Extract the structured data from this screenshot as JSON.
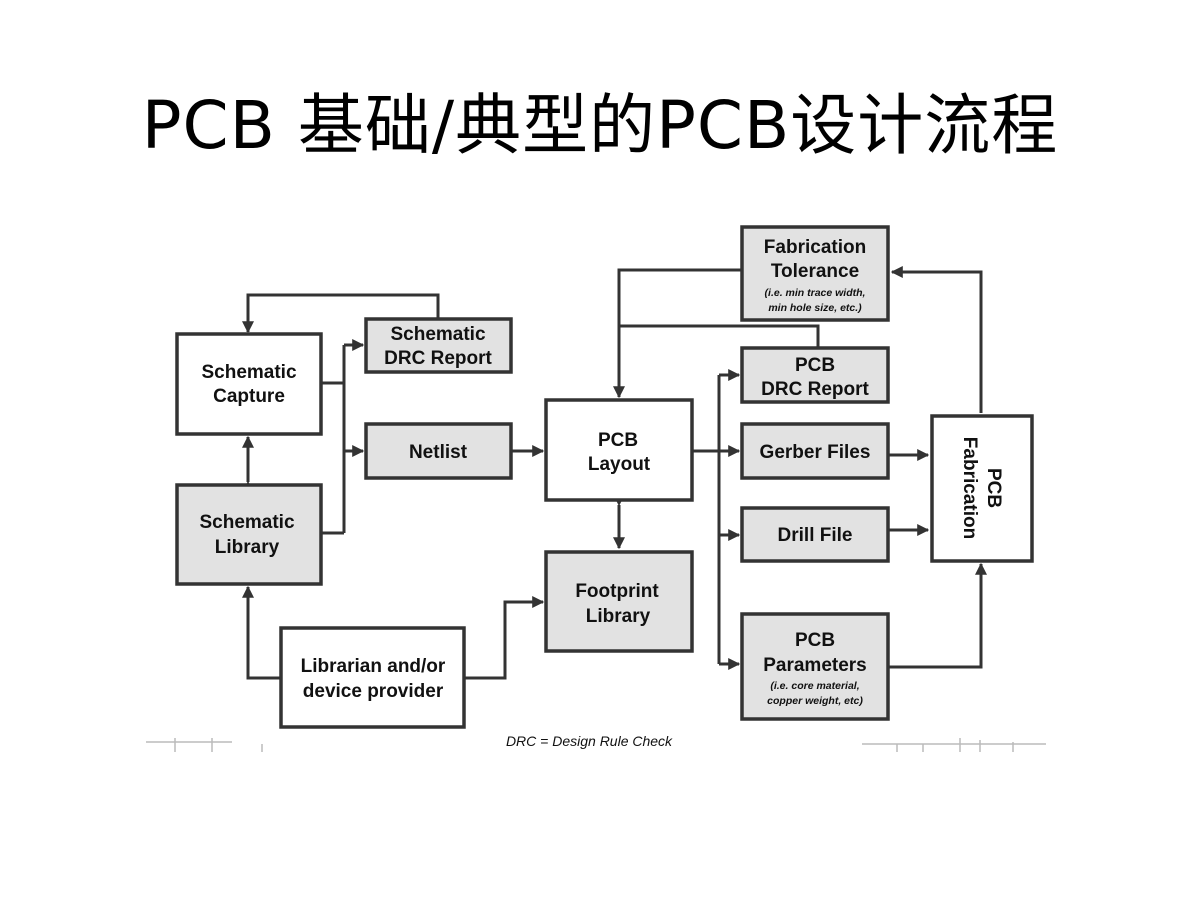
{
  "title": "PCB 基础/典型的PCB设计流程",
  "nodes": {
    "schematic_capture": {
      "line1": "Schematic",
      "line2": "Capture"
    },
    "schematic_drc": {
      "line1": "Schematic",
      "line2": "DRC Report"
    },
    "netlist": {
      "line1": "Netlist"
    },
    "schematic_library": {
      "line1": "Schematic",
      "line2": "Library"
    },
    "librarian": {
      "line1": "Librarian and/or",
      "line2": "device provider"
    },
    "pcb_layout": {
      "line1": "PCB",
      "line2": "Layout"
    },
    "footprint_library": {
      "line1": "Footprint",
      "line2": "Library"
    },
    "fabrication_tolerance": {
      "line1": "Fabrication",
      "line2": "Tolerance",
      "note1": "(i.e. min trace width,",
      "note2": "min hole size, etc.)"
    },
    "pcb_drc": {
      "line1": "PCB",
      "line2": "DRC Report"
    },
    "gerber": {
      "line1": "Gerber Files"
    },
    "drill": {
      "line1": "Drill File"
    },
    "pcb_parameters": {
      "line1": "PCB",
      "line2": "Parameters",
      "note1": "(i.e. core material,",
      "note2": "copper weight, etc)"
    },
    "pcb_fabrication": {
      "line1": "PCB",
      "line2": "Fabrication"
    }
  },
  "legend": "DRC = Design Rule Check"
}
